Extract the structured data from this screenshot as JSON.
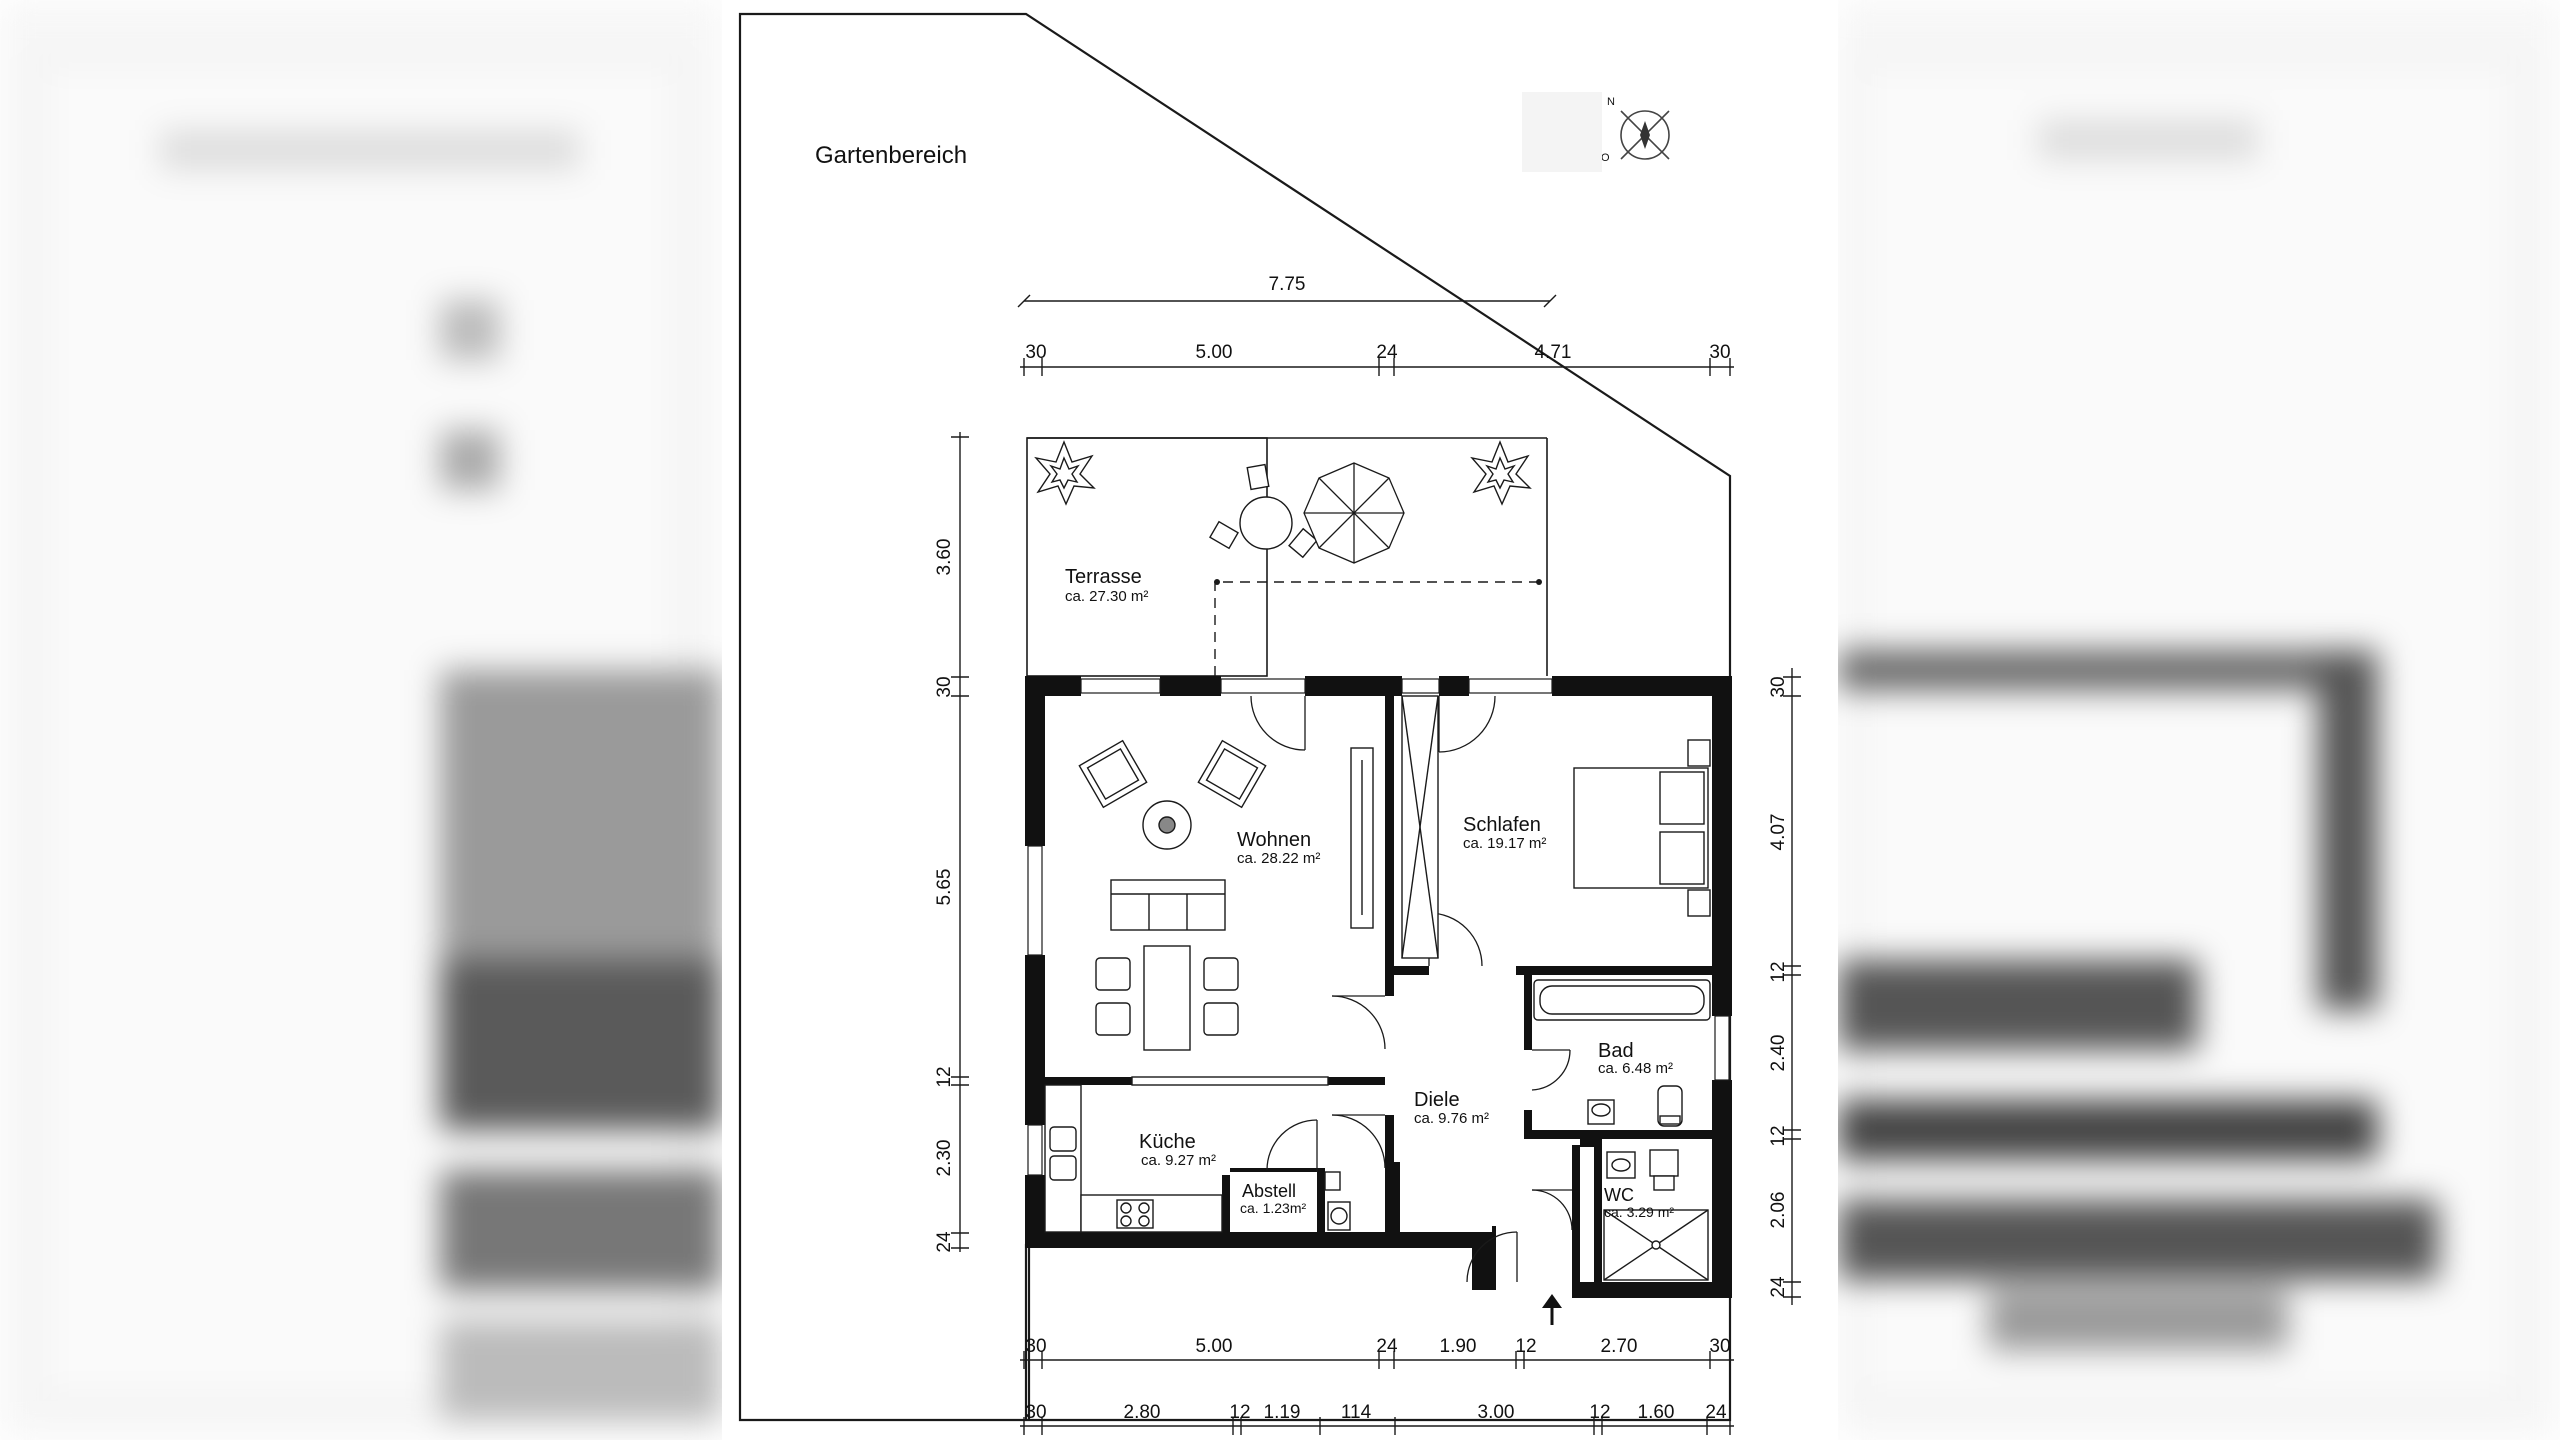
{
  "plan": {
    "garden_label": "Gartenbereich",
    "rooms": {
      "terrasse": {
        "name": "Terrasse",
        "area": "ca. 27.30 m²"
      },
      "wohnen": {
        "name": "Wohnen",
        "area": "ca. 28.22 m²"
      },
      "schlafen": {
        "name": "Schlafen",
        "area": "ca. 19.17 m²"
      },
      "bad": {
        "name": "Bad",
        "area": "ca. 6.48 m²"
      },
      "diele": {
        "name": "Diele",
        "area": "ca. 9.76 m²"
      },
      "kueche": {
        "name": "Küche",
        "area": "ca. 9.27 m²"
      },
      "abstell": {
        "name": "Abstell",
        "area": "ca. 1.23m²"
      },
      "wc": {
        "name": "WC",
        "area": "ca. 3.29 m²"
      }
    },
    "dimensions": {
      "top_overall": "7.75",
      "top_chain": [
        "30",
        "5.00",
        "24",
        "4.71",
        "30"
      ],
      "left_chain": [
        "3.60",
        "30",
        "5.65",
        "12",
        "2.30",
        "24"
      ],
      "right_chain": [
        "30",
        "4.07",
        "12",
        "2.40",
        "12",
        "2.06",
        "24"
      ],
      "bottom_chain_1": [
        "30",
        "5.00",
        "24",
        "1.90",
        "12",
        "2.70",
        "30"
      ],
      "bottom_chain_2": [
        "30",
        "2.80",
        "12",
        "1.19",
        "114",
        "3.00",
        "12",
        "1.60",
        "24"
      ]
    },
    "compass_letters": {
      "n": "N",
      "o": "O"
    },
    "colors": {
      "wall": "#111111",
      "line": "#1a1a1a",
      "paper": "#ffffff"
    }
  }
}
